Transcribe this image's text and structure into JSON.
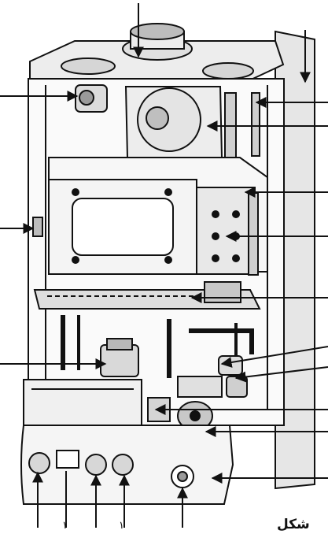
{
  "figure": {
    "bottom_labels": [
      "۱",
      "۱"
    ],
    "caption": "شکل"
  },
  "colors": {
    "ink": "#111111",
    "fill_light": "#f2f2f2",
    "fill_mid": "#d9d9d9",
    "fill_dark": "#9a9a9a"
  }
}
